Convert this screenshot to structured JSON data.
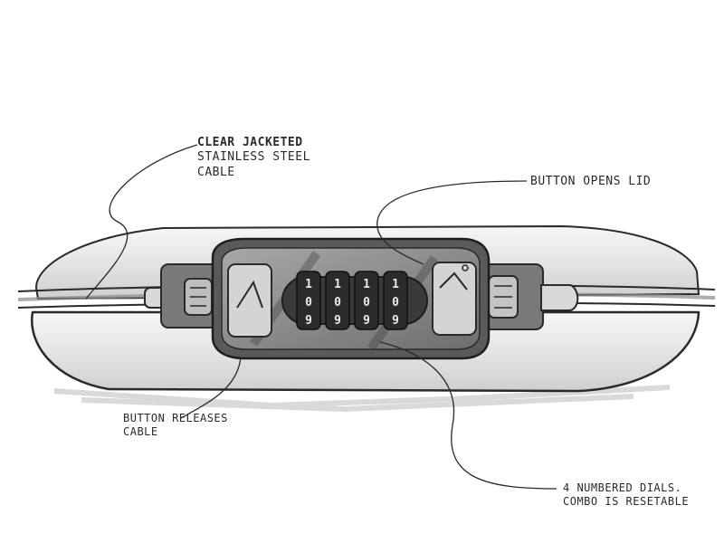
{
  "annotations": {
    "cable": {
      "line1": "Clear Jacketed",
      "line2": "Stainless steel",
      "line3": "Cable"
    },
    "button_lid": {
      "line1": "Button opens lid"
    },
    "button_release": {
      "line1": "Button releases",
      "line2": "Cable"
    },
    "dials": {
      "line1": "4 numbered dials.",
      "line2": "Combo is resetable"
    }
  },
  "dials": {
    "d1": {
      "top": "1",
      "middle": "0",
      "bottom": "9"
    },
    "d2": {
      "top": "1",
      "middle": "0",
      "bottom": "9"
    },
    "d3": {
      "top": "1",
      "middle": "0",
      "bottom": "9"
    },
    "d4": {
      "top": "1",
      "middle": "0",
      "bottom": "9"
    }
  },
  "colors": {
    "ink": "#2a2a2a",
    "case_fill": "#ececec",
    "shadow": "#9a9a9a",
    "dial": "#2b2b2b"
  }
}
